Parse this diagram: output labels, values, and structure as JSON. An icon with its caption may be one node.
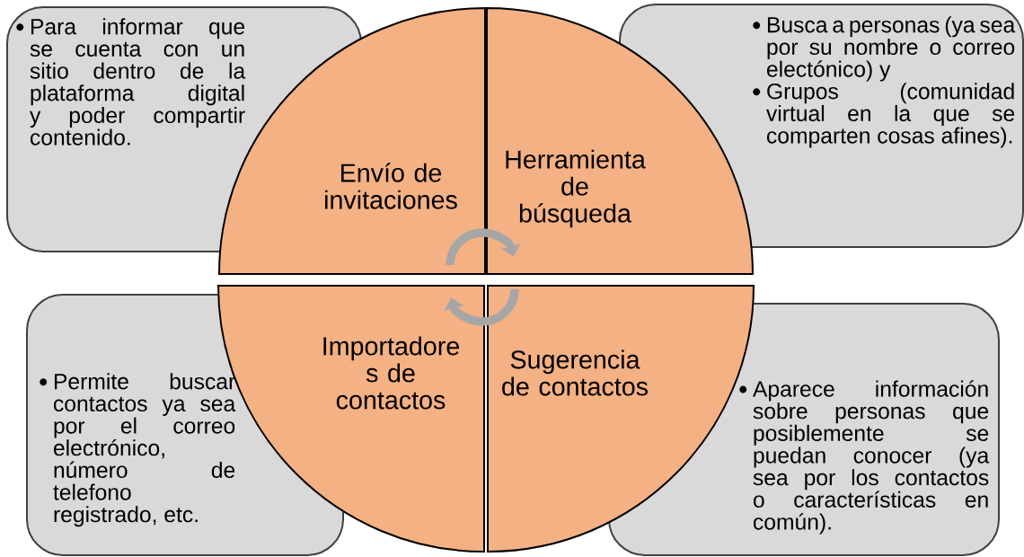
{
  "diagram": {
    "nodes": [
      {
        "text": [
          "Para informar que se cuenta con un sitio dentro de la plataforma digital y poder compartir contenido."
        ]
      },
      {
        "text": [
          "Envío de invitaciones"
        ]
      },
      {
        "text": [
          "Herramienta de búsqueda"
        ]
      },
      {
        "text": [
          "Busca a personas (ya sea por su nombre o correo electónico) y",
          "Grupos (comunidad virtual en la que se comparten cosas afines)."
        ]
      },
      {
        "text": [
          "Permite buscar contactos ya sea por el correo electrónico, número de telefono registrado, etc."
        ]
      },
      {
        "text": [
          "Importadore s de contactos"
        ]
      },
      {
        "text": [
          "Sugerencia de contactos"
        ]
      },
      {
        "text": [
          "Aparece información sobre personas que posiblemente se puedan conocer (ya sea por los contactos o características en común)."
        ]
      }
    ],
    "edges": [
      {
        "from": 1,
        "to": 2,
        "arrow": "to"
      },
      {
        "from": 6,
        "to": 5,
        "arrow": "to"
      }
    ]
  }
}
